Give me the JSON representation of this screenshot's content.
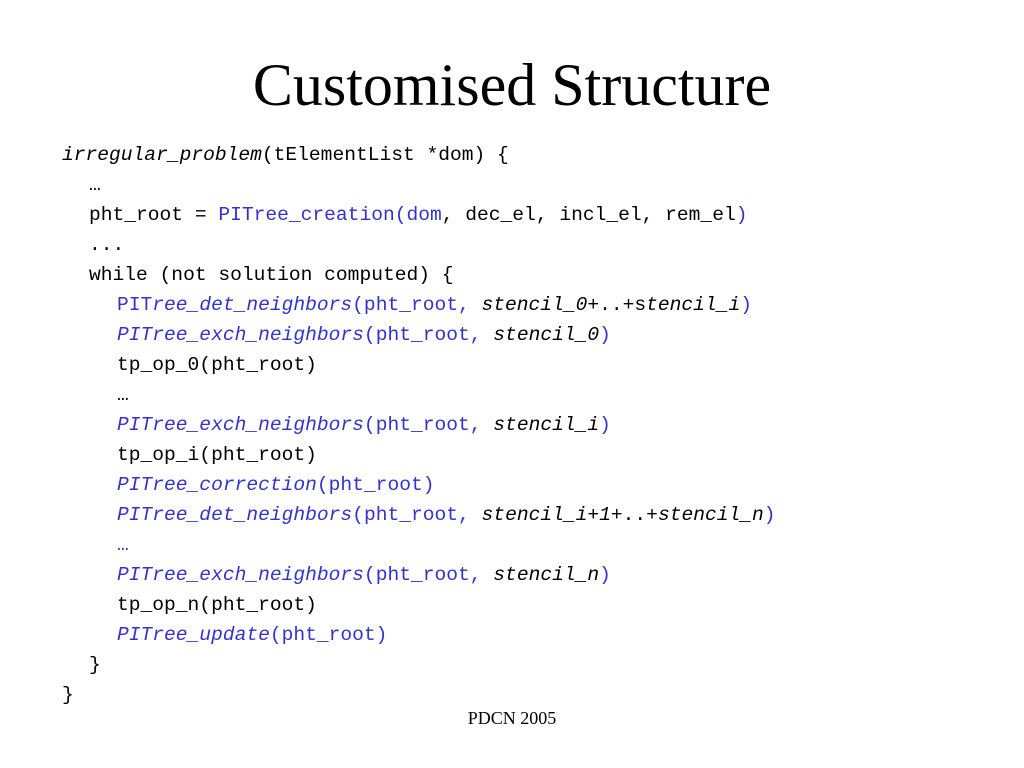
{
  "slide": {
    "title": "Customised Structure",
    "footer": "PDCN 2005"
  },
  "colors": {
    "text": "#000000",
    "function_call": "#3333cc",
    "background": "#ffffff"
  },
  "code": {
    "l1": {
      "a": "irregular_problem",
      "b": "(tElementList *dom) {"
    },
    "l2": {
      "a": "…"
    },
    "l3": {
      "a": "pht_root = ",
      "b": "PITree_creation(dom",
      "c": ", dec_el, incl_el, rem_el",
      "d": ")"
    },
    "l4": {
      "a": "..."
    },
    "l5": {
      "a": "while (not solution computed) {"
    },
    "l6": {
      "a": "PIT",
      "b": "ree_det_neighbors",
      "c": "(pht_root, ",
      "d": "stencil_0",
      "e": "+..+s",
      "f": "tencil_i",
      "g": ")"
    },
    "l7": {
      "a": "PITree_exch_neighbors",
      "b": "(",
      "c": "pht_root",
      "d": ", ",
      "e": "stencil_0",
      "f": ")"
    },
    "l8": {
      "a": "tp_op_0(pht_root)"
    },
    "l9": {
      "a": "…"
    },
    "l10": {
      "a": "PITree_exch_neighbors",
      "b": "(",
      "c": "pht_root",
      "d": ", ",
      "e": "stencil_i",
      "f": ")"
    },
    "l11": {
      "a": "tp_op_i(pht_root)"
    },
    "l12": {
      "a": "PITree_correction",
      "b": "(pht_root)"
    },
    "l13": {
      "a": "PITree_det_neighbors",
      "b": "(",
      "c": "pht_root",
      "d": ", ",
      "e": "stencil_i+1",
      "f": "+..+",
      "g": "stencil_n",
      "h": ")"
    },
    "l14": {
      "a": "…"
    },
    "l15": {
      "a": "PITree_exch_neighbors",
      "b": "(",
      "c": "pht_root",
      "d": ", ",
      "e": "stencil_n",
      "f": ")"
    },
    "l16": {
      "a": "tp_op_n(pht_root)"
    },
    "l17": {
      "a": "PITree_update",
      "b": "(pht_root)"
    },
    "l18": {
      "a": "}"
    },
    "l19": {
      "a": "}"
    }
  }
}
